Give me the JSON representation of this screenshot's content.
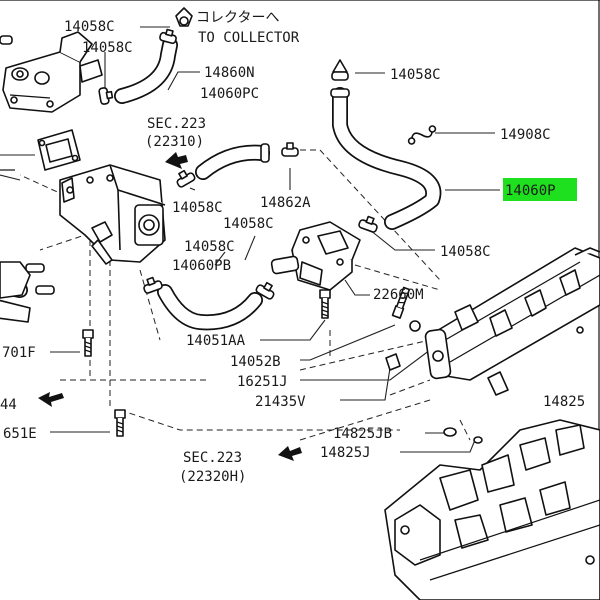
{
  "labels": {
    "l_14058c_a": "14058C",
    "l_14058c_b": "14058C",
    "l_jp": "コレクターへ",
    "l_collector": "TO COLLECTOR",
    "l_14860n": "14860N",
    "l_14058c_c": "14058C",
    "l_14060pc": "14060PC",
    "l_sec223_a": "SEC.223",
    "l_22310": "(22310)",
    "l_14908c": "14908C",
    "l_14060p": "14060P",
    "l_14058c_d": "14058C",
    "l_14862a": "14862A",
    "l_14058c_e": "14058C",
    "l_14058c_f": "14058C",
    "l_14058c_g": "14058C",
    "l_14060pb": "14060PB",
    "l_22660m": "22660M",
    "l_14051aa": "14051AA",
    "l_14052b": "14052B",
    "l_701f": "701F",
    "l_16251j": "16251J",
    "l_44": "44",
    "l_21435v": "21435V",
    "l_14825": "14825",
    "l_651e": "651E",
    "l_14825jb": "14825JB",
    "l_14825j": "14825J",
    "l_sec223_b": "SEC.223",
    "l_22320h": "(22320H)"
  },
  "highlight": {
    "part_number": "14060P",
    "color": "#1fe01f"
  },
  "colors": {
    "line": "#111111",
    "background": "#ffffff"
  }
}
